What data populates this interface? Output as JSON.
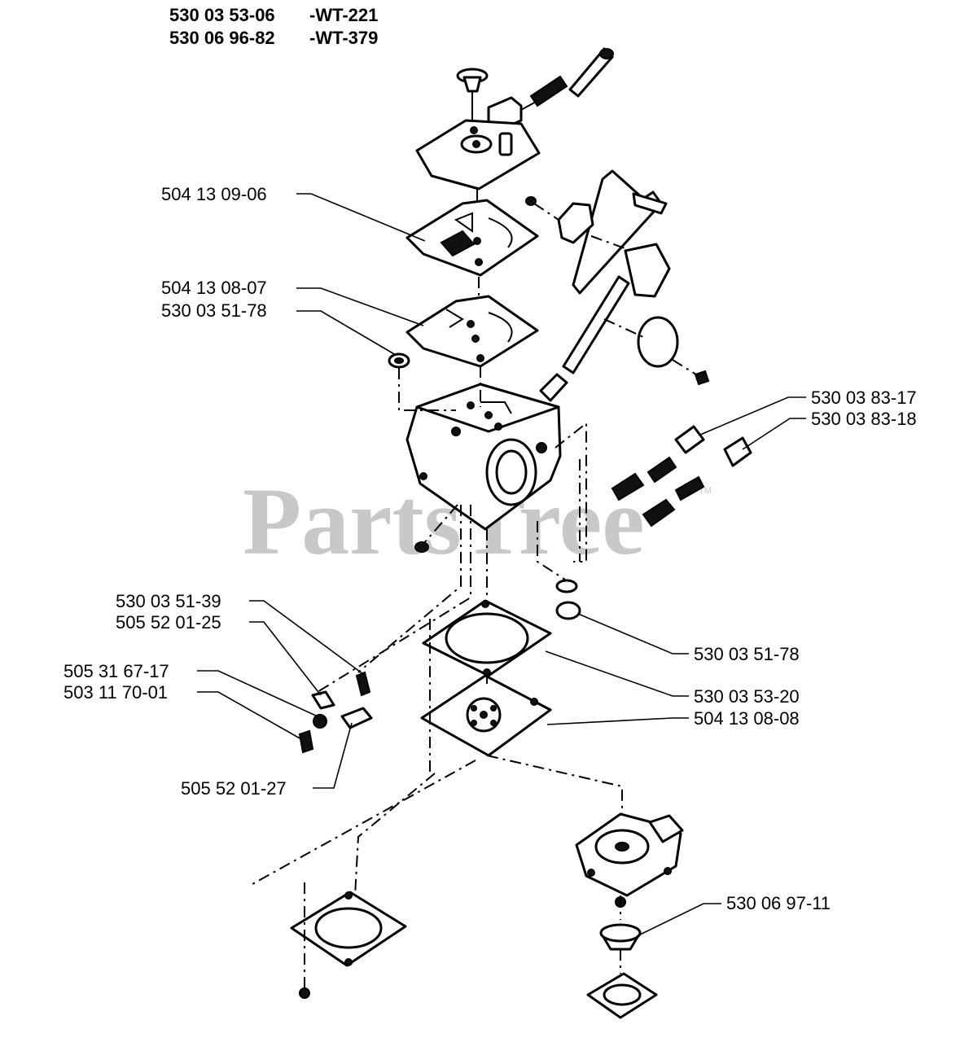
{
  "header": {
    "line1_part": "530 03 53-06",
    "line1_code": "-WT-221",
    "line2_part": "530 06 96-82",
    "line2_code": "-WT-379"
  },
  "watermark": {
    "text": "PartsTree",
    "tm": "TM"
  },
  "callouts": [
    {
      "id": "c01",
      "part_number": "504 13 09-06"
    },
    {
      "id": "c02",
      "part_number": "504 13 08-07"
    },
    {
      "id": "c03",
      "part_number": "530 03 51-78"
    },
    {
      "id": "c04",
      "part_number": "530 03 83-17"
    },
    {
      "id": "c05",
      "part_number": "530 03 83-18"
    },
    {
      "id": "c06",
      "part_number": "530 03 51-39"
    },
    {
      "id": "c07",
      "part_number": "505 52 01-25"
    },
    {
      "id": "c08",
      "part_number": "505 31 67-17"
    },
    {
      "id": "c09",
      "part_number": "503 11 70-01"
    },
    {
      "id": "c10",
      "part_number": "530 03 51-78"
    },
    {
      "id": "c11",
      "part_number": "530 03 53-20"
    },
    {
      "id": "c12",
      "part_number": "504 13 08-08"
    },
    {
      "id": "c13",
      "part_number": "505 52 01-27"
    },
    {
      "id": "c14",
      "part_number": "530 06 97-11"
    }
  ]
}
